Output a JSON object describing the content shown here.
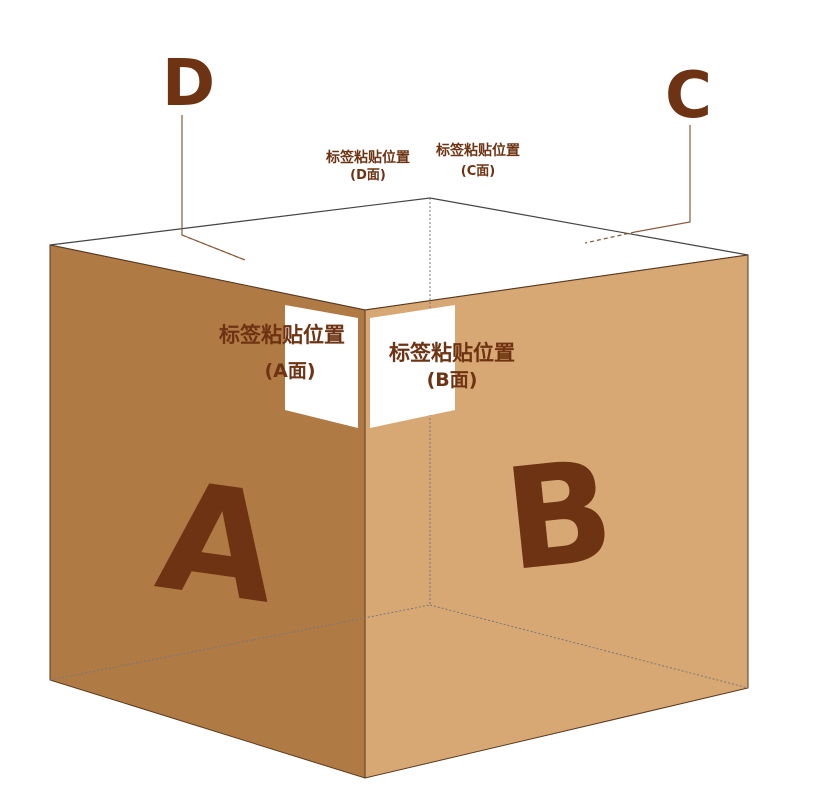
{
  "colors": {
    "face_a": "#b07a45",
    "face_b": "#d8a874",
    "top_face": "#ffffff",
    "bottom_face": "#c99660",
    "inner_back": "#c9935c",
    "letter": "#6e3312",
    "label_text": "#6e3312",
    "edge": "#5a3a1e",
    "leader": "#8a5a3c",
    "gray_label": "#d0d0d0"
  },
  "faces": {
    "a": {
      "letter": "A",
      "label_line1": "标签粘贴位置",
      "label_line2": "(A面)"
    },
    "b": {
      "letter": "B",
      "label_line1": "标签粘贴位置",
      "label_line2": "(B面)"
    },
    "c": {
      "letter": "C",
      "label_line1": "标签粘贴位置",
      "label_line2": "(C面)"
    },
    "d": {
      "letter": "D",
      "label_line1": "标签粘贴位置",
      "label_line2": "(D面)"
    }
  }
}
